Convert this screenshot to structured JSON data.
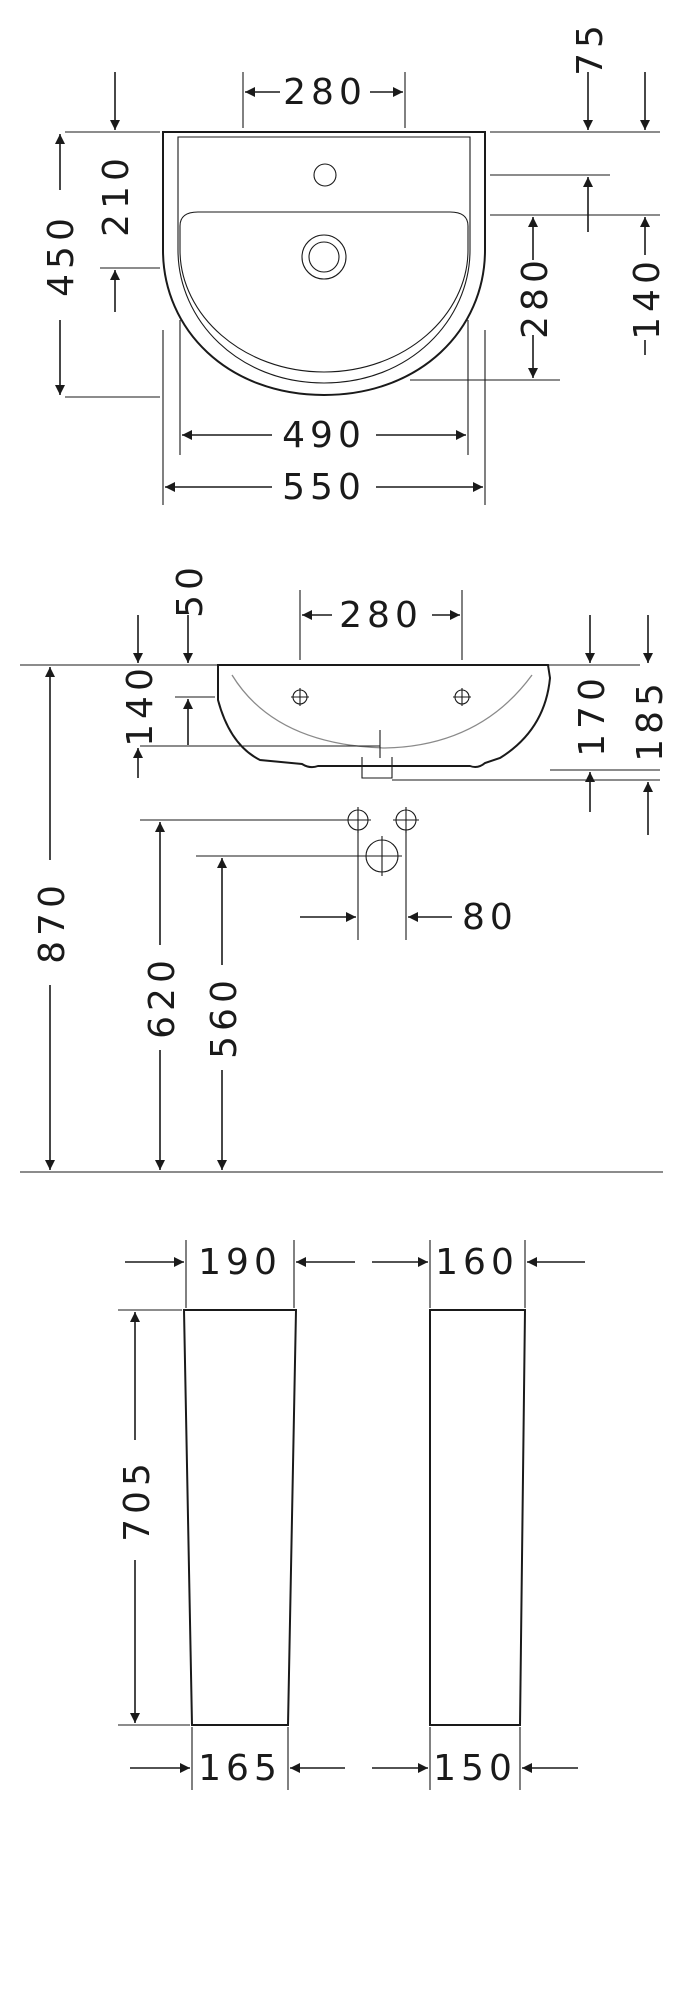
{
  "dimensions": {
    "top_view": {
      "tap_spacing": "280",
      "overflow_offset": "75",
      "tap_to_back": "210",
      "depth": "450",
      "bowl_depth": "280",
      "front_offset": "140",
      "bowl_width": "490",
      "width": "550"
    },
    "side_view": {
      "tap_spacing": "280",
      "rim_depth": "50",
      "tap_height": "140",
      "bowl_height": "170",
      "total_height": "185",
      "mount_height": "870",
      "supply_height": "620",
      "waste_height": "560",
      "supply_spacing": "80"
    },
    "pedestal_front": {
      "top_width": "190",
      "height": "705",
      "bottom_width": "165"
    },
    "pedestal_side": {
      "top_width": "160",
      "bottom_width": "150"
    }
  }
}
